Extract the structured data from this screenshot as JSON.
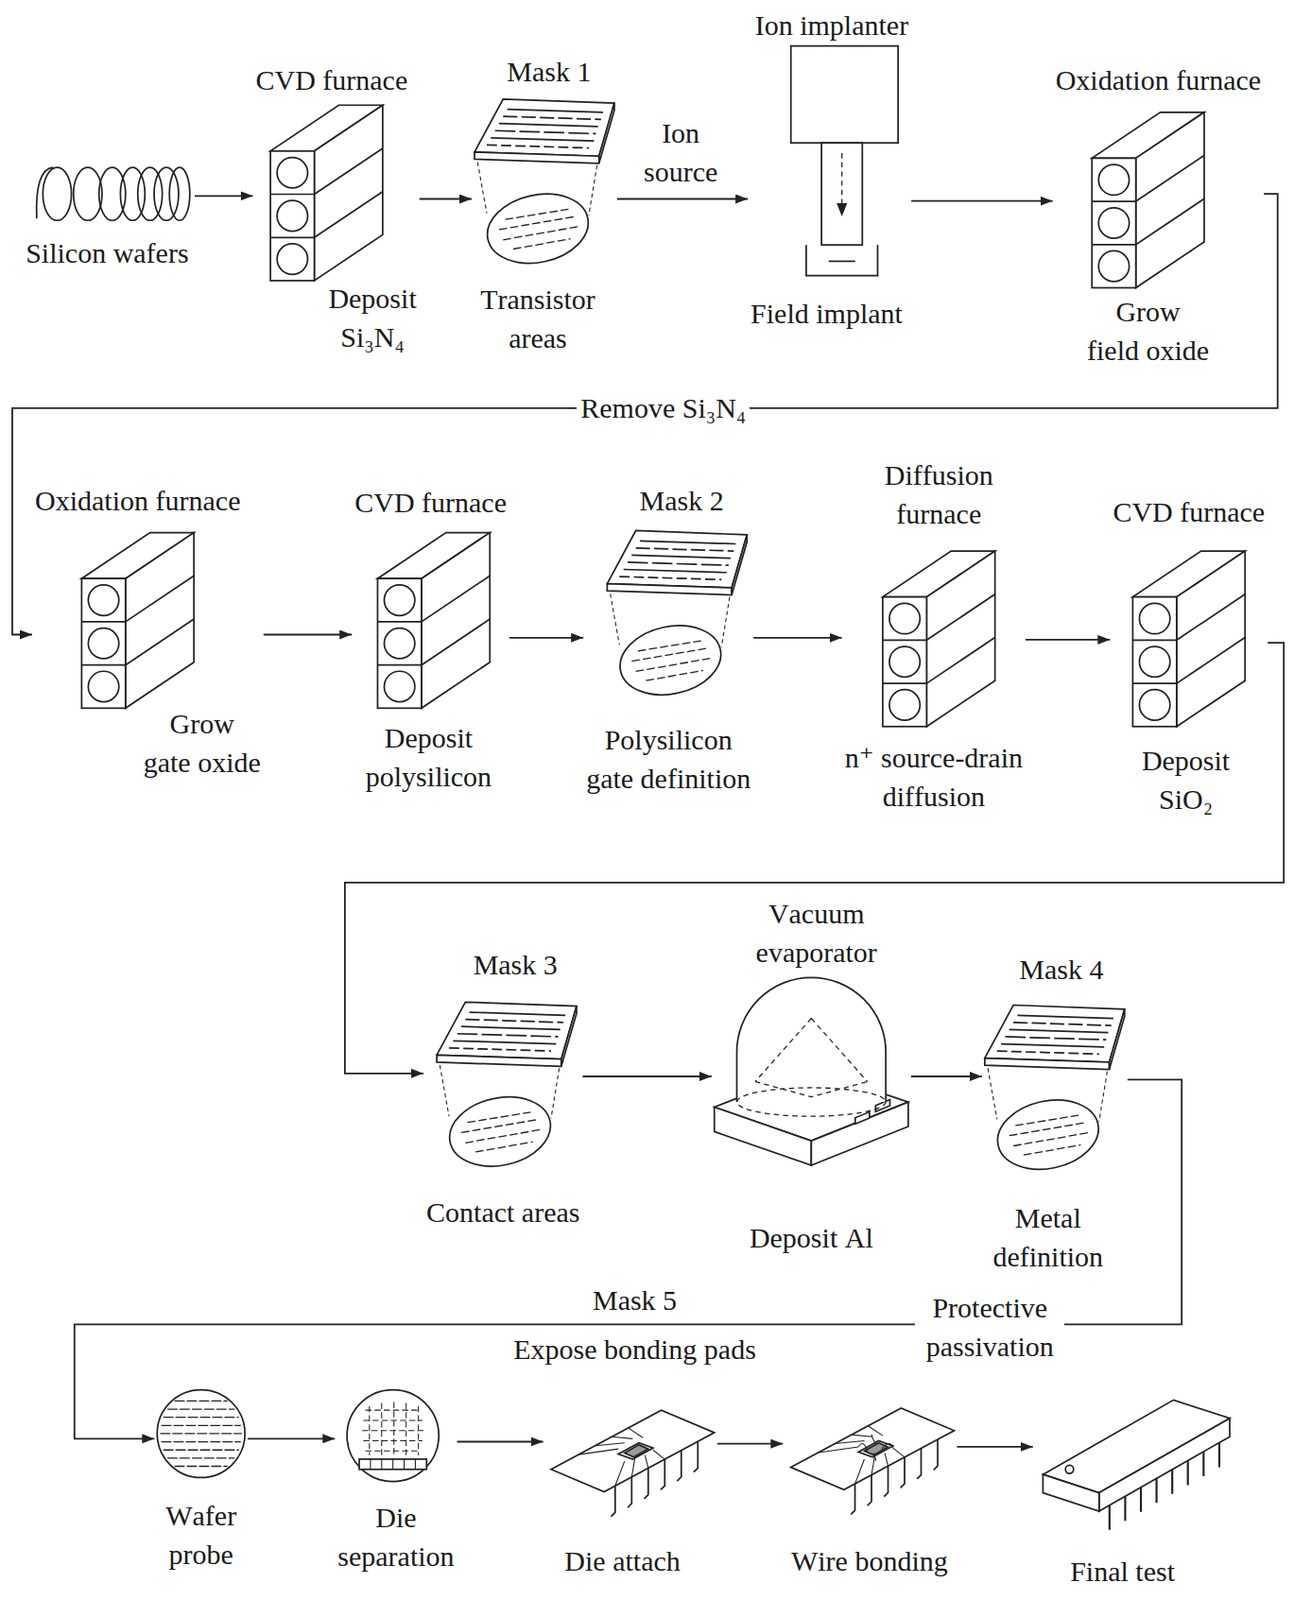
{
  "diagram": {
    "nodes": [
      {
        "text": [
          "Silicon wafers"
        ]
      },
      {
        "text": [
          "CVD furnace",
          "Deposit Si₃N₄"
        ]
      },
      {
        "text": [
          "Mask 1",
          "Transistor areas"
        ]
      },
      {
        "text": [
          "Ion implanter",
          "Field implant"
        ]
      },
      {
        "text": [
          "Oxidation furnace",
          "Grow field oxide"
        ]
      },
      {
        "text": [
          "Oxidation furnace",
          "Grow gate oxide"
        ]
      },
      {
        "text": [
          "CVD furnace",
          "Deposit polysilicon"
        ]
      },
      {
        "text": [
          "Mask 2",
          "Polysilicon gate definition"
        ]
      },
      {
        "text": [
          "Diffusion furnace",
          "n⁺ source-drain diffusion"
        ]
      },
      {
        "text": [
          "CVD furnace",
          "Deposit SiO₂"
        ]
      },
      {
        "text": [
          "Mask 3",
          "Contact areas"
        ]
      },
      {
        "text": [
          "Vacuum evaporator",
          "Deposit Al"
        ]
      },
      {
        "text": [
          "Mask 4",
          "Metal definition"
        ]
      },
      {
        "text": [
          "Wafer probe"
        ]
      },
      {
        "text": [
          "Die separation"
        ]
      },
      {
        "text": [
          "Die attach"
        ]
      },
      {
        "text": [
          "Wire bonding"
        ]
      },
      {
        "text": [
          "Final test"
        ]
      }
    ],
    "edges": [
      {
        "from": 0,
        "to": 1,
        "arrow": "to"
      },
      {
        "from": 1,
        "to": 2,
        "arrow": "to"
      },
      {
        "from": 2,
        "to": 3,
        "label": "Ion source",
        "arrow": "to"
      },
      {
        "from": 3,
        "to": 4,
        "arrow": "to"
      },
      {
        "from": 4,
        "to": 5,
        "label": "Remove Si₃N₄",
        "arrow": "to"
      },
      {
        "from": 5,
        "to": 6,
        "arrow": "to"
      },
      {
        "from": 6,
        "to": 7,
        "arrow": "to"
      },
      {
        "from": 7,
        "to": 8,
        "arrow": "to"
      },
      {
        "from": 8,
        "to": 9,
        "arrow": "to"
      },
      {
        "from": 9,
        "to": 10,
        "arrow": "to"
      },
      {
        "from": 10,
        "to": 11,
        "arrow": "to"
      },
      {
        "from": 11,
        "to": 12,
        "arrow": "to"
      },
      {
        "from": 12,
        "to": 13,
        "label": "Protective passivation",
        "arrow": "to"
      },
      {
        "from": 13,
        "to": 14,
        "arrow": "to"
      },
      {
        "from": 14,
        "to": 15,
        "arrow": "to"
      },
      {
        "from": 15,
        "to": 16,
        "arrow": "to"
      },
      {
        "from": 16,
        "to": 17,
        "arrow": "to"
      }
    ],
    "labels": [
      "Mask 5",
      "Expose bonding pads"
    ]
  }
}
